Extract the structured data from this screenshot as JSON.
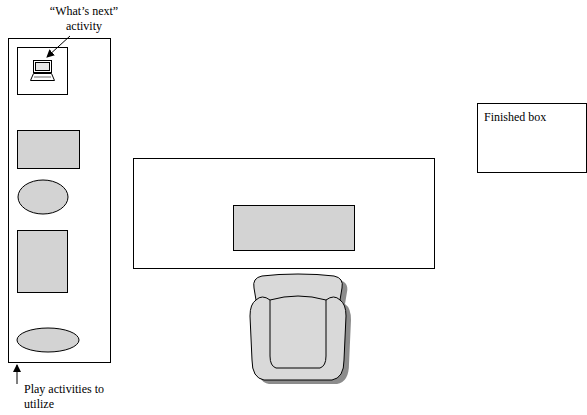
{
  "diagram": {
    "nodes": [
      {
        "text": [
          "Finished box"
        ]
      }
    ],
    "labels": [
      "“What’s next” activity",
      "Play activities to utilize"
    ]
  }
}
